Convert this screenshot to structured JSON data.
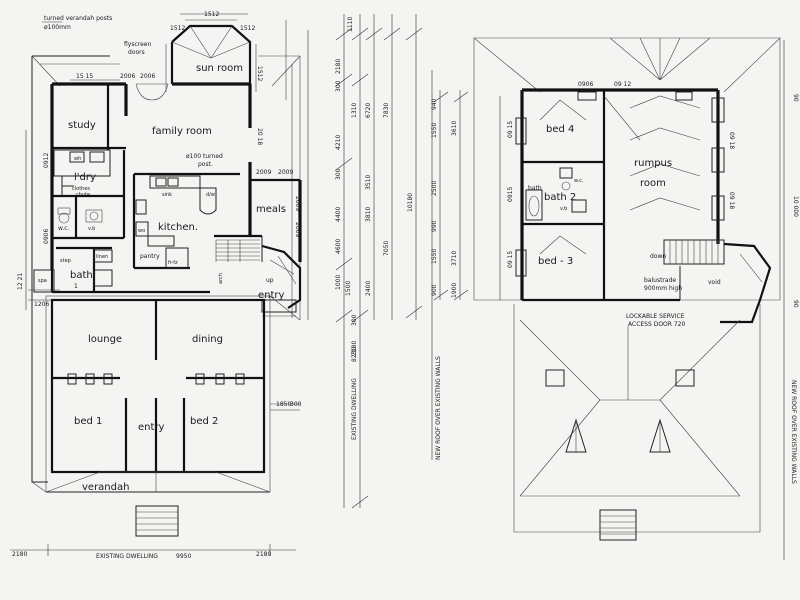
{
  "ground_floor": {
    "rooms": {
      "sun_room": "sun room",
      "study": "study",
      "family_room": "family room",
      "laundry": "l'dry",
      "wc": "w.c.",
      "kitchen": "kitchen.",
      "meals": "meals",
      "bath": "bath",
      "bath_num": "1",
      "pantry": "pantry",
      "entry_side": "entry",
      "lounge": "lounge",
      "dining": "dining",
      "bed1": "bed 1",
      "entry_main": "entry",
      "bed2": "bed 2",
      "verandah": "verandah"
    },
    "labels": {
      "verandah_posts_1": "turned verandah posts",
      "verandah_posts_2": "ø100mm",
      "flyscreen_1": "flyscreen",
      "flyscreen_2": "doors",
      "turned_post_1": "ø100 turned",
      "turned_post_2": "post.",
      "wh": "wh",
      "clothes_chute_1": "clothes",
      "clothes_chute_2": "chute",
      "vb": "v.b",
      "sink": "sink",
      "d_w": "d/w",
      "ref": "fr-fz",
      "wo": "wo",
      "linen": "linen",
      "step": "step",
      "spa": "spa",
      "up": "up",
      "arch": "arch",
      "existing_dwelling": "EXISTING DWELLING",
      "existing_width": "9950"
    },
    "dims": {
      "d1512a": "1512",
      "d1512b": "1512",
      "d1512c": "1512",
      "d1512d": "1512",
      "d1515": "15 15",
      "d2006a": "2006",
      "d2006b": "2006",
      "d2018": "20 18",
      "d2009a": "2009",
      "d2009b": "2009",
      "d2009c": "2009",
      "d2009d": "2009",
      "d0912": "0912",
      "d0906": "0906",
      "d1221": "12 21",
      "d1206": "1206",
      "d1850": "1850",
      "d300": "300",
      "d2180l": "2180",
      "d2180r": "2180"
    }
  },
  "dimension_column": {
    "vertical_title": "EXISTING DWELLING",
    "vertical_value": "8230",
    "inner": [
      "1110",
      "2180",
      "300",
      "1310",
      "4210",
      "300",
      "4400",
      "4600",
      "1000",
      "1500",
      "300",
      "2180"
    ],
    "mid": [
      "6720",
      "3510",
      "3810",
      "2400"
    ],
    "outer": [
      "7830",
      "7050"
    ],
    "roof_total": "10180",
    "roof_note": "NEW ROOF OVER EXISTING WALLS"
  },
  "upper_floor": {
    "rooms": {
      "bed4": "bed 4",
      "rumpus_1": "rumpus",
      "rumpus_2": "room",
      "bath2": "bath 2",
      "bed3": "bed - 3",
      "void": "void"
    },
    "labels": {
      "wc": "w.c.",
      "vb": "v.b",
      "bath": "bath",
      "down": "down",
      "balustrade_1": "balustrade",
      "balustrade_2": "900mm high",
      "lockable_1": "LOCKABLE SERVICE",
      "lockable_2": "ACCESS DOOR 720",
      "new_roof": "NEW ROOF OVER EXISTING WALLS"
    },
    "dims": {
      "d0906": "0906",
      "d0912": "09 12",
      "d0915a": "09 15",
      "d0915b": "0915",
      "d0915c": "09 15",
      "d0918a": "09 18",
      "d0918b": "09 18",
      "d90a": "90",
      "d90b": "90",
      "d10000": "10 000",
      "d940": "940",
      "d1550a": "1550",
      "d2500": "2500",
      "d990": "990",
      "d1550b": "1550",
      "d3710": "3710",
      "d3610": "3610",
      "d900": "900",
      "d1900": "1900"
    }
  }
}
